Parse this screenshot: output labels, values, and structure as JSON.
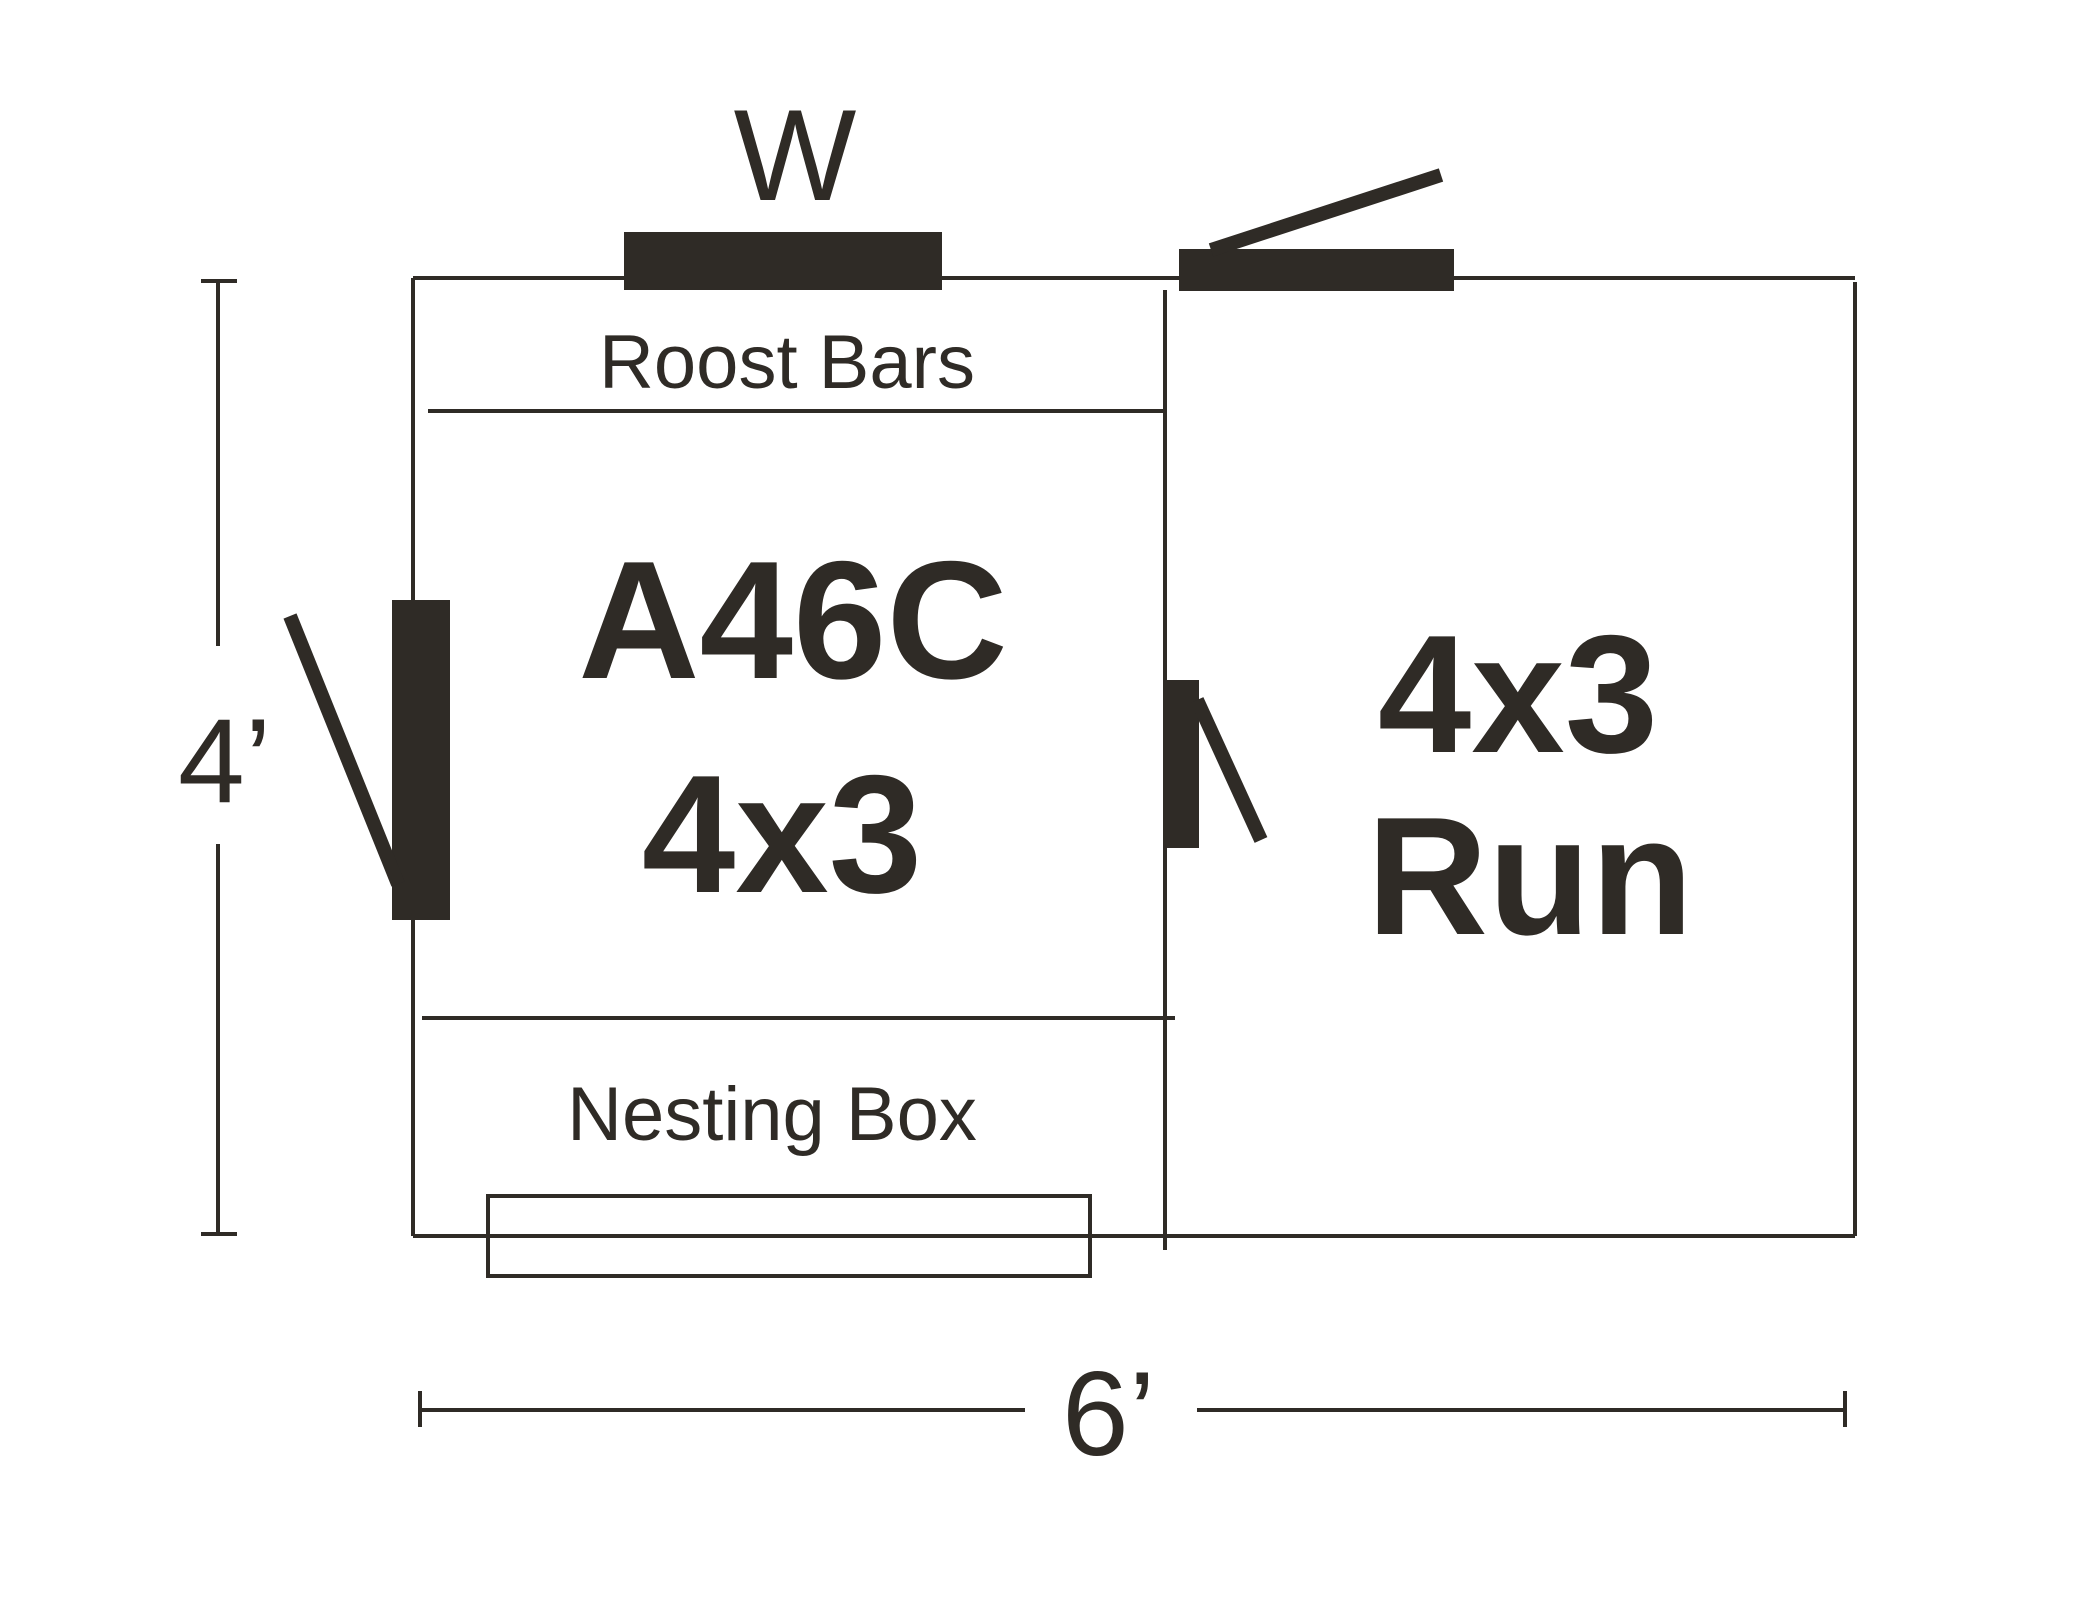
{
  "diagram": {
    "top_label": "W",
    "roost_label": "Roost Bars",
    "coop_model": "A46C",
    "coop_size": "4x3",
    "run_size": "4x3",
    "run_label": "Run",
    "nest_label": "Nesting Box",
    "height_dim": "4’",
    "width_dim": "6’",
    "ink_color": "#2f2b26"
  }
}
